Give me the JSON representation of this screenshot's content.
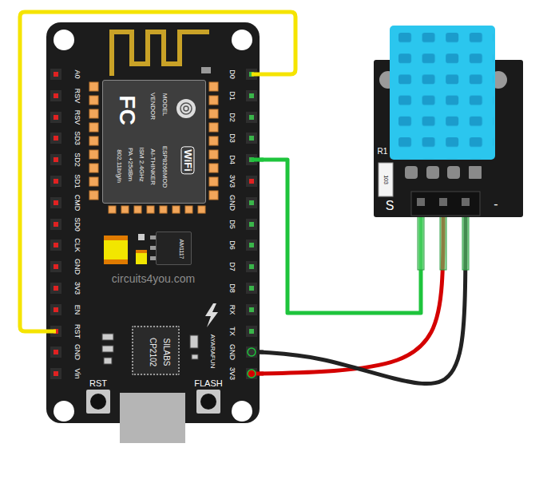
{
  "diagram": {
    "nodes": [
      {
        "text": [
          "circuits4you.com"
        ]
      },
      {
        "text": [
          "MODEL",
          "ESP8266MOD",
          "VENDOR",
          "AI-THINKER",
          "ISM 2.4GHz",
          "PA +25dBm",
          "802.11b/g/n",
          "FC",
          "WiFi"
        ],
        "in": 0
      },
      {
        "text": [
          "AM1117"
        ],
        "in": 0
      },
      {
        "text": [
          "SILABS",
          "CP2102"
        ],
        "in": 0
      },
      {
        "text": [
          "S",
          "-"
        ]
      }
    ],
    "edges": [
      {
        "from": 0,
        "to": 4,
        "arrow": "none"
      },
      {
        "from": 0,
        "to": 4,
        "arrow": "none"
      },
      {
        "from": 0,
        "to": 4,
        "arrow": "none"
      }
    ],
    "labels": [
      "A0",
      "RSV",
      "RSV",
      "SD3",
      "SD2",
      "SD1",
      "CMD",
      "SD0",
      "CLK",
      "GND",
      "3V3",
      "EN",
      "RST",
      "GND",
      "Vin",
      "D0",
      "D1",
      "D2",
      "D3",
      "D4",
      "3V3",
      "GND",
      "D5",
      "D6",
      "D7",
      "D8",
      "RX",
      "TX",
      "GND",
      "3V3",
      "AYARAFUN",
      "RST",
      "FLASH",
      "R1",
      "103"
    ]
  }
}
